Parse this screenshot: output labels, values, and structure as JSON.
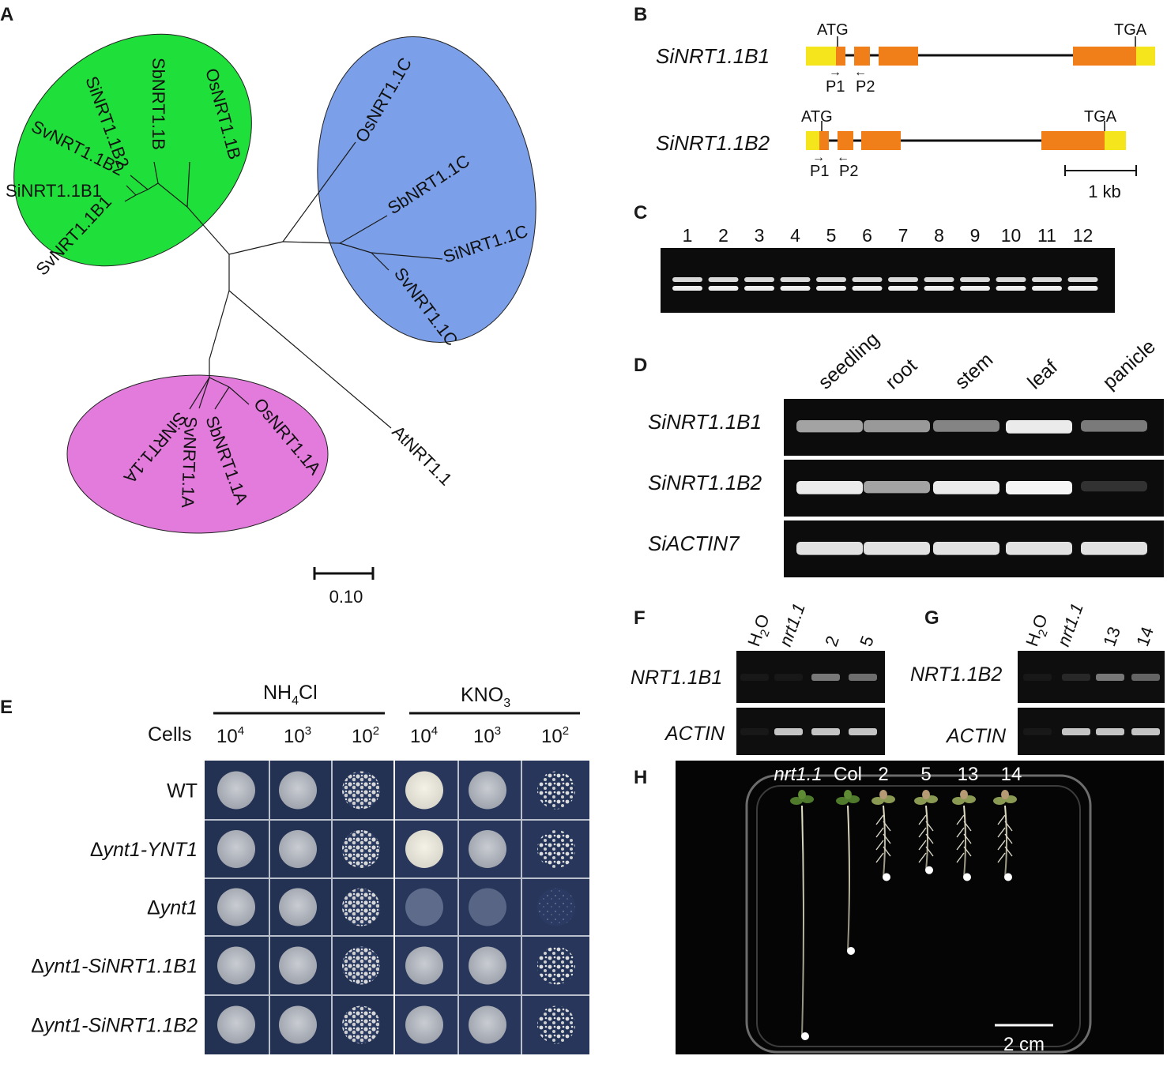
{
  "colors": {
    "clade_b": "#1fe03a",
    "clade_c": "#7b9fe8",
    "clade_a": "#e27bdc",
    "highlight": "#e0201b",
    "exon": "#f07f19",
    "utr": "#f4e51c",
    "gel": "#0c0c0c",
    "band": "#e8e8e8",
    "plate_dark": "#223052"
  },
  "panels": {
    "A": "A",
    "B": "B",
    "C": "C",
    "D": "D",
    "E": "E",
    "F": "F",
    "G": "G",
    "H": "H"
  },
  "tree": {
    "scale": "0.10",
    "labels": {
      "SiNRT1_1B2": "SiNRT1.1B2",
      "SbNRT1_1B": "SbNRT1.1B",
      "OsNRT1_1B": "OsNRT1.1B",
      "SvNRT1_1B2": "SvNRT1.1B2",
      "SiNRT1_1B1": "SiNRT1.1B1",
      "SvNRT1_1B1": "SvNRT1.1B1",
      "OsNRT1_1C": "OsNRT1.1C",
      "SbNRT1_1C": "SbNRT1.1C",
      "SiNRT1_1C": "SiNRT1.1C",
      "SvNRT1_1C": "SvNRT1.1C",
      "SiNRT1_1A": "SiNRT1.1A",
      "SvNRT1_1A": "SvNRT1.1A",
      "SbNRT1_1A": "SbNRT1.1A",
      "OsNRT1_1A": "OsNRT1.1A",
      "AtNRT1_1": "AtNRT1.1"
    }
  },
  "genes": {
    "g1": "SiNRT1.1B1",
    "g2": "SiNRT1.1B2",
    "start": "ATG",
    "stop": "TGA",
    "p1": "P1",
    "p2": "P2",
    "arrow_fwd": "→",
    "arrow_rev": "←",
    "scale": "1 kb"
  },
  "lanes": [
    "1",
    "2",
    "3",
    "4",
    "5",
    "6",
    "7",
    "8",
    "9",
    "10",
    "11",
    "12"
  ],
  "tissue": {
    "columns": [
      "seedling",
      "root",
      "stem",
      "leaf",
      "panicle"
    ],
    "rows": [
      "SiNRT1.1B1",
      "SiNRT1.1B2",
      "SiACTIN7"
    ],
    "intensity": [
      [
        0.6,
        0.55,
        0.45,
        0.95,
        0.4
      ],
      [
        0.95,
        0.6,
        0.95,
        1.0,
        0.05
      ],
      [
        0.9,
        0.9,
        0.9,
        0.9,
        0.9
      ]
    ]
  },
  "yeast": {
    "nh4": "NH",
    "nh4_sub": "4",
    "nh4_tail": "Cl",
    "kno3": "KNO",
    "kno3_sub": "3",
    "cells": "Cells",
    "dil_base": "10",
    "dil_exp": [
      "4",
      "3",
      "2"
    ],
    "strains": [
      {
        "pre": "WT",
        "ital": ""
      },
      {
        "pre": "Δ",
        "ital": "ynt1-YNT1"
      },
      {
        "pre": "Δ",
        "ital": "ynt1"
      },
      {
        "pre": "Δ",
        "ital": "ynt1-SiNRT1.1B1"
      },
      {
        "pre": "Δ",
        "ital": "ynt1-SiNRT1.1B2"
      }
    ],
    "growth_nh4": [
      [
        1,
        1,
        1
      ],
      [
        1,
        1,
        1
      ],
      [
        1,
        1,
        1
      ],
      [
        1,
        1,
        1
      ],
      [
        1,
        1,
        1
      ]
    ],
    "growth_kno3": [
      [
        1,
        1,
        1
      ],
      [
        1,
        1,
        1
      ],
      [
        0.25,
        0.2,
        0.15
      ],
      [
        0.7,
        0.7,
        0.8
      ],
      [
        0.7,
        0.7,
        0.8
      ]
    ]
  },
  "panelF": {
    "h": "H",
    "h_sub": "2",
    "o": "O",
    "nrt": "nrt1.1",
    "l1": "2",
    "l2": "5",
    "row1": "NRT1.1B1",
    "row2": "ACTIN",
    "b1": [
      0.02,
      0.02,
      0.5,
      0.45
    ],
    "b2": [
      0.02,
      0.8,
      0.8,
      0.8
    ]
  },
  "panelG": {
    "h": "H",
    "h_sub": "2",
    "o": "O",
    "nrt": "nrt1.1",
    "l1": "13",
    "l2": "14",
    "row1": "NRT1.1B2",
    "row2": "ACTIN",
    "b1": [
      0.02,
      0.1,
      0.5,
      0.4
    ],
    "b2": [
      0.02,
      0.8,
      0.8,
      0.8
    ]
  },
  "plate": {
    "labels": [
      "nrt1.1",
      "Col",
      "2",
      "5",
      "13",
      "14"
    ],
    "root_length": [
      1.0,
      0.63,
      0.31,
      0.28,
      0.31,
      0.31
    ],
    "scale": "2 cm"
  }
}
